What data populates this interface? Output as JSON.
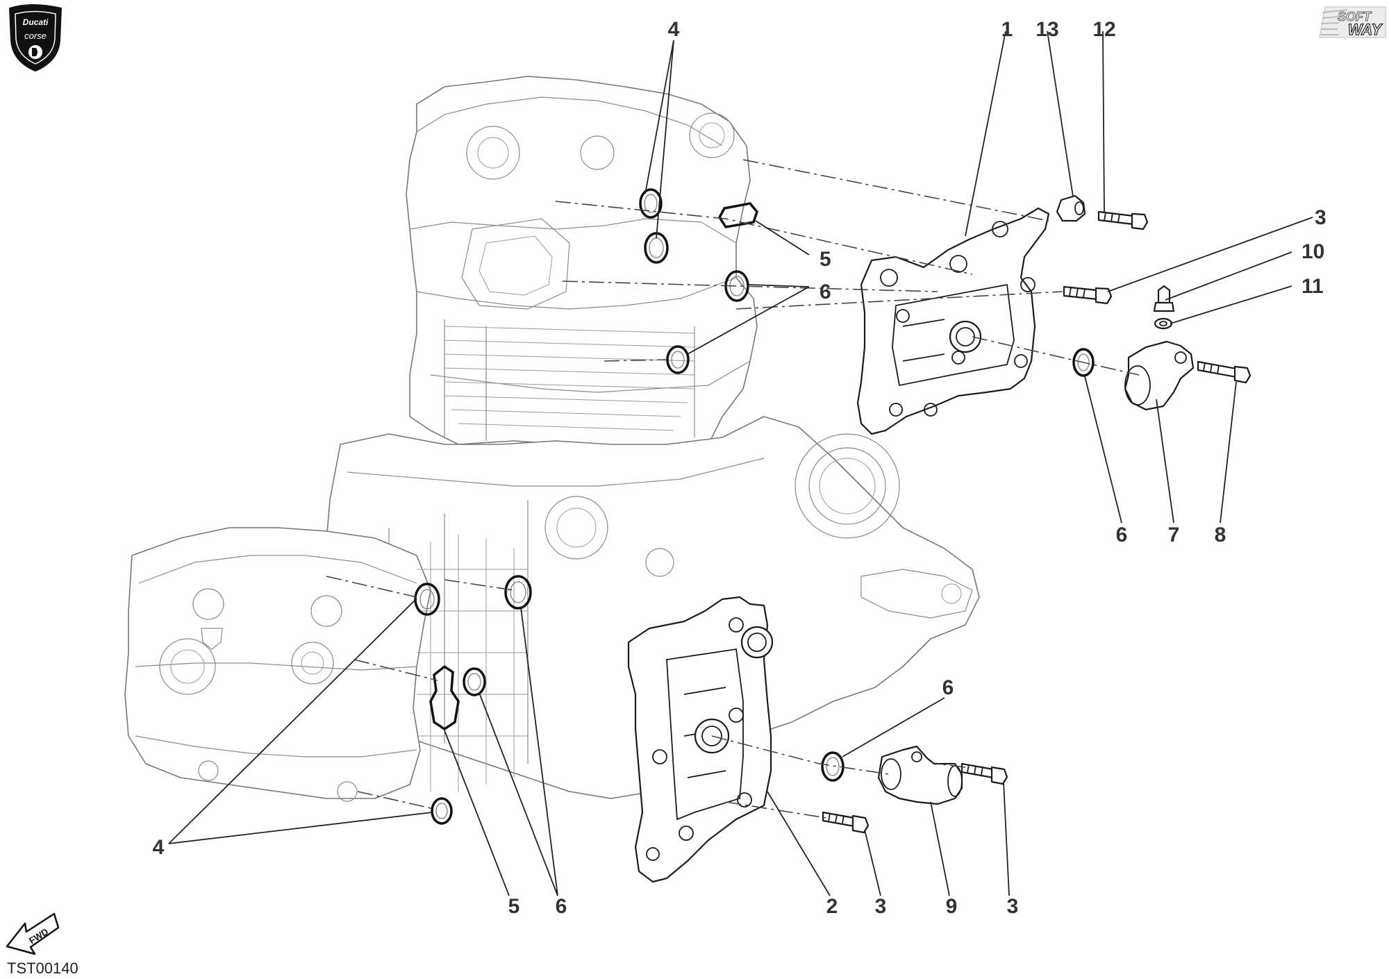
{
  "brand": {
    "logo_text_top": "Ducati",
    "logo_text_bottom": "corse",
    "softway_line1": "SOFT",
    "softway_line2": "WAY"
  },
  "direction_badge": "FWD",
  "drawing_code": "TST00140",
  "callouts": [
    {
      "id": "c1",
      "text": "1"
    },
    {
      "id": "c13",
      "text": "13"
    },
    {
      "id": "c12",
      "text": "12"
    },
    {
      "id": "c4a",
      "text": "4"
    },
    {
      "id": "c3a",
      "text": "3"
    },
    {
      "id": "c10",
      "text": "10"
    },
    {
      "id": "c11",
      "text": "11"
    },
    {
      "id": "c5a",
      "text": "5"
    },
    {
      "id": "c6a",
      "text": "6"
    },
    {
      "id": "c6b",
      "text": "6"
    },
    {
      "id": "c7",
      "text": "7"
    },
    {
      "id": "c8",
      "text": "8"
    },
    {
      "id": "c6c",
      "text": "6"
    },
    {
      "id": "c4b",
      "text": "4"
    },
    {
      "id": "c5b",
      "text": "5"
    },
    {
      "id": "c6d",
      "text": "6"
    },
    {
      "id": "c2",
      "text": "2"
    },
    {
      "id": "c3b",
      "text": "3"
    },
    {
      "id": "c9",
      "text": "9"
    },
    {
      "id": "c3c",
      "text": "3"
    }
  ]
}
